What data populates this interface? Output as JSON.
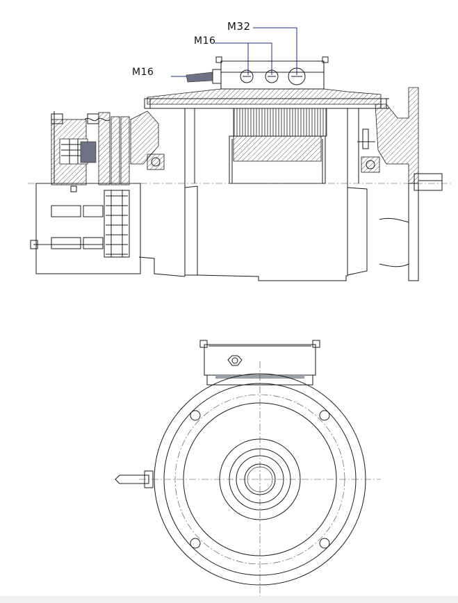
{
  "labels": {
    "cable_entry_large": "M32",
    "cable_entry_small_top": "M16",
    "cable_entry_small_side": "M16"
  },
  "colors": {
    "line": "#1a1a1a",
    "leader": "#1b2a8c",
    "fill_dark": "#6d7384"
  }
}
